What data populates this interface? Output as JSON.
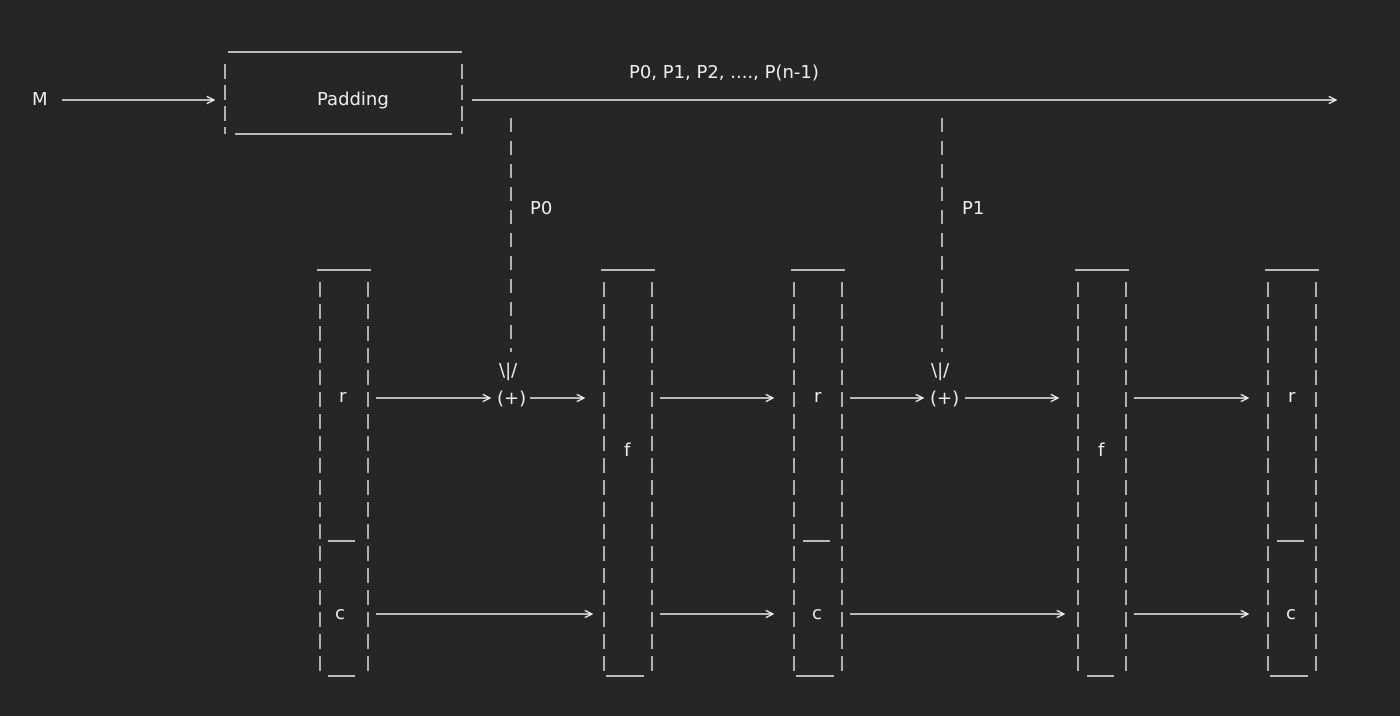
{
  "colors": {
    "background": "#262626",
    "ink": "#ececec"
  },
  "labels": {
    "input": "M",
    "padding_box": "Padding",
    "blocks_seq": "P0, P1, P2, ...., P(n-1)",
    "p0": "P0",
    "p1": "P1",
    "xor_arrow_1": "\\|/",
    "xor_arrow_2": "\\|/",
    "xor_1": "(+)",
    "xor_2": "(+)"
  },
  "state_columns": [
    {
      "r_label": "r",
      "c_label": "c"
    },
    {
      "f_label": "f"
    },
    {
      "r_label": "r",
      "c_label": "c"
    },
    {
      "f_label": "f"
    },
    {
      "r_label": "r",
      "c_label": "c"
    }
  ]
}
